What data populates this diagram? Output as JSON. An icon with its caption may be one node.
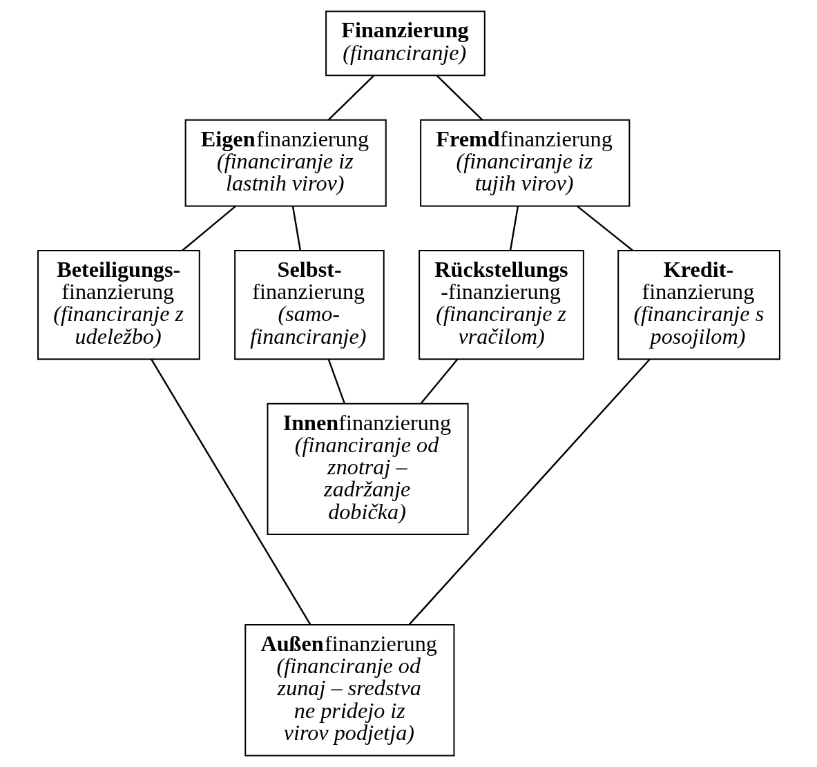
{
  "diagram": {
    "nodes": [
      {
        "text": [
          "Finanzierung",
          "(financiranje)"
        ]
      },
      {
        "text": [
          "**Eigen**finanzierung",
          "(financiranje iz lastnih virov)"
        ]
      },
      {
        "text": [
          "**Fremd**finanzierung",
          "(financiranje iz tujih virov)"
        ]
      },
      {
        "text": [
          "**Beteiligungs-** finanzierung",
          "(financiranje z udeležbo)"
        ]
      },
      {
        "text": [
          "**Selbst-** finanzierung",
          "(samo- financiranje)"
        ]
      },
      {
        "text": [
          "**Rückstellungs** -finanzierung",
          "(financiranje z vračilom)"
        ]
      },
      {
        "text": [
          "**Kredit-** finanzierung",
          "(financiranje s posojilom)"
        ]
      },
      {
        "text": [
          "**Innen**finanzierung",
          "(financiranje od znotraj – zadržanje dobička)"
        ]
      },
      {
        "text": [
          "**Außen**finanzierung",
          "(financiranje od zunaj – sredstva ne pridejo iz virov podjetja)"
        ]
      }
    ],
    "edges": [
      {
        "from": 0,
        "to": 1,
        "arrow": "none"
      },
      {
        "from": 0,
        "to": 2,
        "arrow": "none"
      },
      {
        "from": 1,
        "to": 3,
        "arrow": "none"
      },
      {
        "from": 1,
        "to": 4,
        "arrow": "none"
      },
      {
        "from": 2,
        "to": 5,
        "arrow": "none"
      },
      {
        "from": 2,
        "to": 6,
        "arrow": "none"
      },
      {
        "from": 4,
        "to": 7,
        "arrow": "none"
      },
      {
        "from": 5,
        "to": 7,
        "arrow": "none"
      },
      {
        "from": 3,
        "to": 8,
        "arrow": "none"
      },
      {
        "from": 6,
        "to": 8,
        "arrow": "none"
      }
    ]
  }
}
